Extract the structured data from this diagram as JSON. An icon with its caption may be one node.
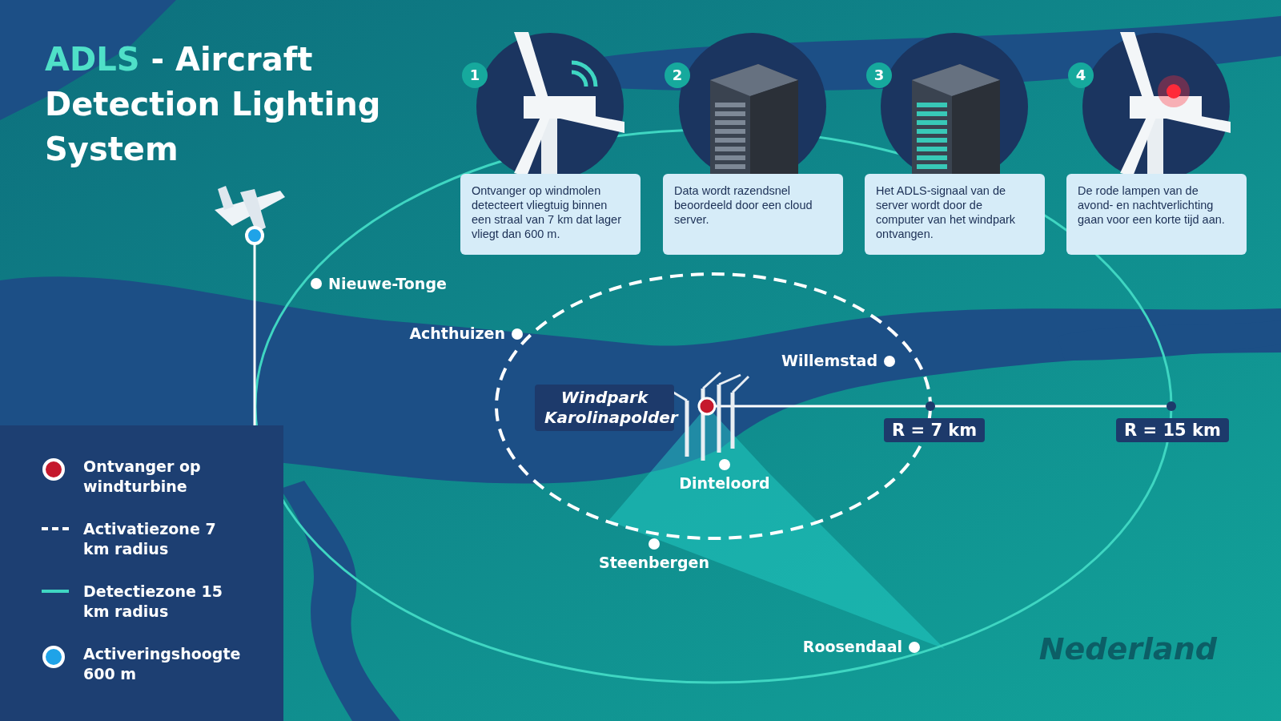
{
  "diagram": {
    "title": "ADLS - Aircraft Detection Lighting System",
    "nodes": [
      {
        "text": [
          "1",
          "Ontvanger op windmolen detecteert vliegtuig binnen een straal van 7 km dat lager vliegt dan 600 m."
        ]
      },
      {
        "text": [
          "2",
          "Data wordt razendsnel beoordeeld door een cloud server."
        ]
      },
      {
        "text": [
          "3",
          "Het ADLS-signaal van de server wordt door de computer van het windpark ontvangen."
        ]
      },
      {
        "text": [
          "4",
          "De rode lampen van de avond- en nachtverlichting gaan voor een korte tijd aan."
        ]
      },
      {
        "text": [
          "Windpark Karolinapolder"
        ]
      },
      {
        "text": [
          "R = 7 km"
        ]
      },
      {
        "text": [
          "R = 15 km"
        ]
      }
    ],
    "labels": [
      "Nieuwe-Tonge",
      "Achthuizen",
      "Willemstad",
      "Dinteloord",
      "Steenbergen",
      "Roosendaal",
      "Nederland"
    ],
    "legend": [
      {
        "text": "Ontvanger op windturbine"
      },
      {
        "text": "Activatiezone 7 km radius"
      },
      {
        "text": "Detectiezone 15 km radius"
      },
      {
        "text": "Activeringshoogte 600 m"
      }
    ]
  }
}
